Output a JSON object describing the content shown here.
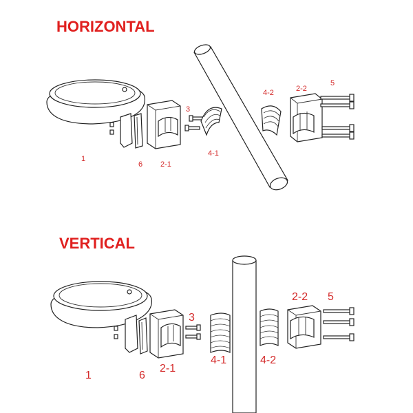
{
  "sections": {
    "horizontal": {
      "title": "HORIZONTAL",
      "labels": {
        "light": "1",
        "spacer": "6",
        "clamp_block_1": "2-1",
        "screw_small": "3",
        "insert_1": "4-1",
        "insert_2": "4-2",
        "clamp_block_2": "2-2",
        "screw_long": "5"
      }
    },
    "vertical": {
      "title": "VERTICAL",
      "labels": {
        "light": "1",
        "spacer": "6",
        "clamp_block_1": "2-1",
        "screw_small": "3",
        "insert_1": "4-1",
        "insert_2": "4-2",
        "clamp_block_2": "2-2",
        "screw_long": "5"
      }
    }
  },
  "colors": {
    "label_red": "#d42a2a",
    "title_red": "#e0201f",
    "line": "#222222"
  }
}
